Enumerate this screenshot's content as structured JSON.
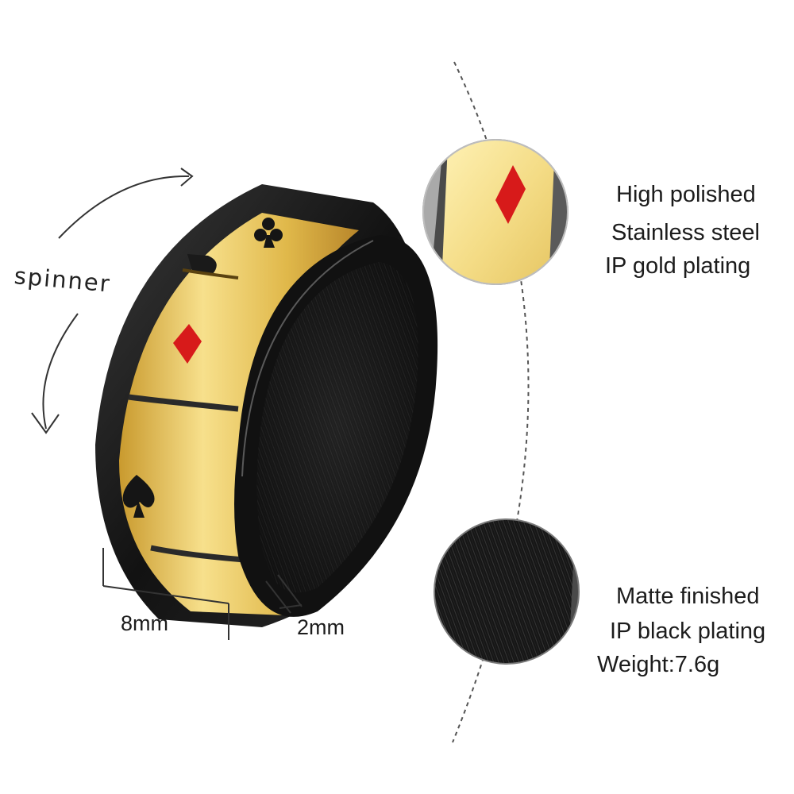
{
  "spinner_label": "spinner",
  "dimensions": {
    "width": "8mm",
    "thickness": "2mm"
  },
  "top_detail": {
    "lines": [
      "High polished",
      "Stainless steel",
      "IP gold plating"
    ]
  },
  "bottom_detail": {
    "lines": [
      "Matte finished",
      "IP black plating",
      "Weight:7.6g"
    ]
  },
  "colors": {
    "gold": "#e8c75a",
    "black": "#1d1d1d",
    "red": "#d71a1a"
  },
  "icons": [
    "club-suit-icon",
    "diamond-suit-icon",
    "spade-suit-icon",
    "curved-arrow-icon"
  ]
}
